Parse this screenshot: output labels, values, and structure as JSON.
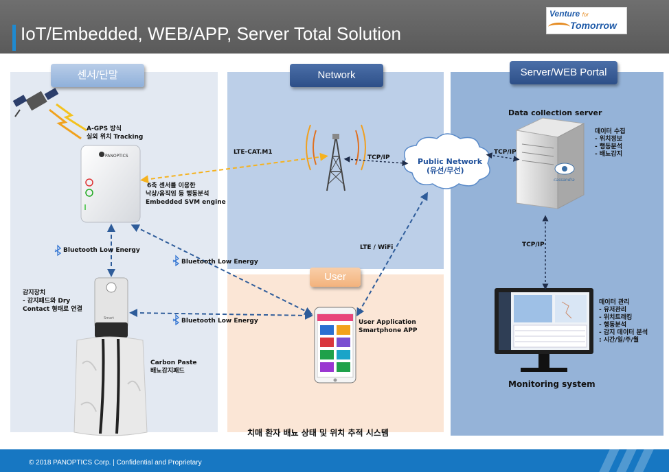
{
  "header": {
    "title": "IoT/Embedded, WEB/APP, Server Total Solution",
    "logo_line1": "Venture",
    "logo_line1_small": "for",
    "logo_line2": "Tomorrow"
  },
  "sections": {
    "sensor": "센서/단말",
    "network": "Network",
    "server": "Server/WEB Portal",
    "user": "User"
  },
  "labels": {
    "agps_1": "A-GPS 방식",
    "agps_2": "실외 위치 Tracking",
    "device_brand": "PANOPTICS",
    "sensor6_1": "6축 센서를 이용한",
    "sensor6_2": "낙상/움직임 등 행동분석",
    "sensor6_3": "Embedded SVM engine",
    "lte_cat": "LTE-CAT.M1",
    "tcpip_1": "TCP/IP",
    "tcpip_2": "TCP/IP",
    "tcpip_3": "TCP/IP",
    "public_net_1": "Public Network",
    "public_net_2": "(유선/무선)",
    "lte_wifi": "LTE / WiFi",
    "ble_1": "Bluetooth  Low Energy",
    "ble_2": "Bluetooth  Low Energy",
    "ble_3": "Bluetooth  Low Energy",
    "detector_1": "감지장치",
    "detector_2": " - 감지패드와  Dry",
    "detector_3": "   Contact  형태로 연결",
    "carbon_1": "Carbon Paste",
    "carbon_2": "배뇨감지패드",
    "user_app_1": "User Application",
    "user_app_2": "Smartphone  APP",
    "dc_server": "Data collection server",
    "data_collect_1": "데이터 수집",
    "data_collect_2": " - 위치정보",
    "data_collect_3": " - 행동분석",
    "data_collect_4": " - 배뇨감지",
    "cassandra": "cassandra",
    "data_mgmt_1": "데이터 관리",
    "data_mgmt_2": " - 유저관리",
    "data_mgmt_3": " - 위치트래킹",
    "data_mgmt_4": " - 행동분석",
    "data_mgmt_5": " - 감지  데이터  분석",
    "data_mgmt_6": "   : 시간/일/주/월",
    "monitoring": "Monitoring system",
    "caption": "치매 환자 배뇨 상태 및 위치 추적 시스템",
    "sensor_brand": "Smart"
  },
  "footer": {
    "text": "© 2018 PANOPTICS Corp. | Confidential and Proprietary"
  },
  "colors": {
    "title_bar": "#616161",
    "accent_blue": "#1f8ad0",
    "sensor_panel": "#e3e9f2",
    "network_panel": "#bccfe8",
    "user_panel": "#fbe6d6",
    "server_panel": "#95b3d8",
    "dashed_blue": "#2e5c9a",
    "dashed_orange": "#f5b21f",
    "footer_blue": "#1777c2"
  }
}
